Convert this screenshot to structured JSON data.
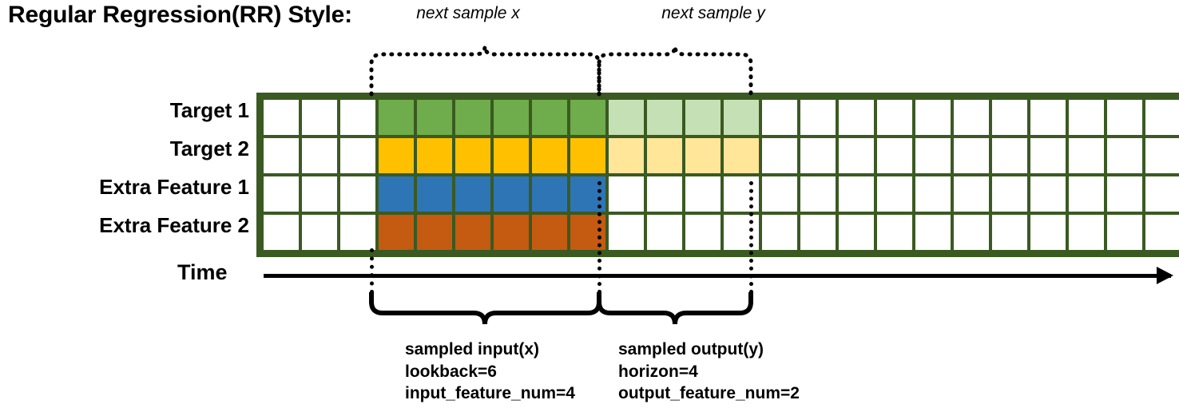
{
  "title": "Regular Regression(RR) Style:",
  "rows": [
    {
      "label": "Target 1",
      "color": "#6FAC4B",
      "light": "#C5E0B4",
      "dark_cells": 6,
      "light_cells": 4
    },
    {
      "label": "Target 2",
      "color": "#FFC000",
      "light": "#FFE699",
      "dark_cells": 6,
      "light_cells": 4
    },
    {
      "label": "Extra Feature 1",
      "color": "#2E75B6",
      "light": null,
      "dark_cells": 6,
      "light_cells": 0
    },
    {
      "label": "Extra Feature 2",
      "color": "#C55A11",
      "light": null,
      "dark_cells": 6,
      "light_cells": 0
    }
  ],
  "grid": {
    "total_columns": 24,
    "lead_blank_columns": 3,
    "border_color": "#3a5a22",
    "empty_cell_color": "#ffffff"
  },
  "time_axis": {
    "label": "Time"
  },
  "top_braces": [
    {
      "caption": "next sample x"
    },
    {
      "caption": "next sample y"
    }
  ],
  "bottom_braces": [
    {
      "caption_line1": "sampled input(x)",
      "caption_line2": "lookback=6",
      "caption_line3": "input_feature_num=4"
    },
    {
      "caption_line1": "sampled output(y)",
      "caption_line2": "horizon=4",
      "caption_line3": "output_feature_num=2"
    }
  ]
}
